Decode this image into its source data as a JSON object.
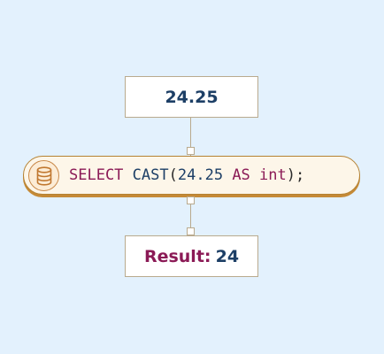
{
  "diagram": {
    "input_value": "24.25",
    "query": {
      "select": "SELECT",
      "cast": "CAST",
      "open_paren": "(",
      "number": "24.25",
      "as": "AS",
      "type": "int",
      "close": ");"
    },
    "result_label": "Result:",
    "result_value": "24",
    "icon": "database-icon"
  },
  "colors": {
    "background": "#e3f1fd",
    "keyword": "#8b1a56",
    "identifier": "#1d3f66",
    "border": "#b9aa8e",
    "pill_border": "#b58233",
    "pill_fill": "#fdf6e9",
    "icon_stroke": "#c0772f"
  }
}
